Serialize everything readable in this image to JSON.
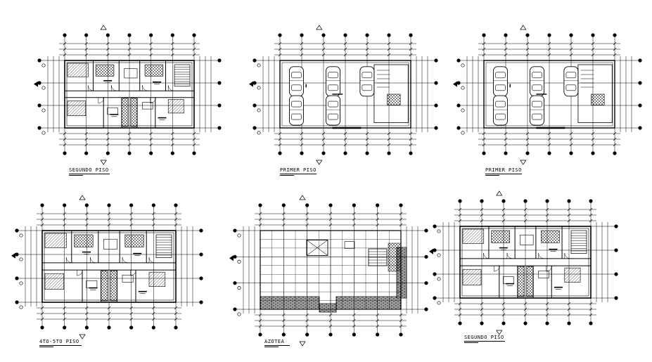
{
  "sheet": {
    "plans": [
      {
        "id": "p1",
        "title": "SEGUNDO  PISO",
        "kind": "units"
      },
      {
        "id": "p2",
        "title": "PRIMER  PISO",
        "kind": "parking",
        "cars": 5
      },
      {
        "id": "p3",
        "title": "PRIMER  PISO",
        "kind": "parking",
        "cars": 5
      },
      {
        "id": "p4",
        "title": "4TO-5TO  PISO",
        "kind": "units"
      },
      {
        "id": "p5",
        "title": "AZOTEA",
        "kind": "roof"
      },
      {
        "id": "p6",
        "title": "SEGUNDO  PISO",
        "kind": "units"
      }
    ]
  }
}
